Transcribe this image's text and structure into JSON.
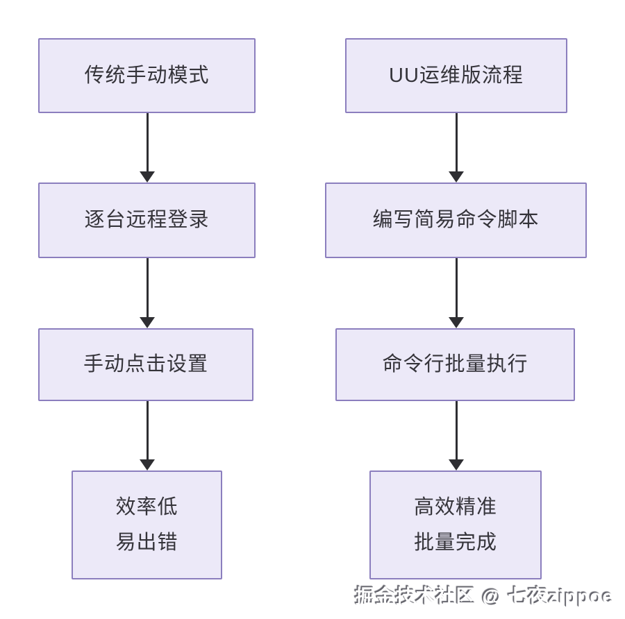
{
  "colors": {
    "page_bg": "#ffffff",
    "box_fill": "#ece9f8",
    "box_border": "#8b7ebe",
    "box_text": "#35343a",
    "arrow": "#2e2e32",
    "watermark_fill": "#ffffff",
    "watermark_shadow": "#63636b"
  },
  "flowchart": {
    "left": [
      {
        "label": "传统手动模式"
      },
      {
        "label": "逐台远程登录"
      },
      {
        "label": "手动点击设置"
      },
      {
        "line1": "效率低",
        "line2": "易出错"
      }
    ],
    "right": [
      {
        "label": "UU运维版流程"
      },
      {
        "label": "编写简易命令脚本"
      },
      {
        "label": "命令行批量执行"
      },
      {
        "line1": "高效精准",
        "line2": "批量完成"
      }
    ]
  },
  "watermark": {
    "text": "掘金技术社区 @ 七夜zippoe"
  }
}
